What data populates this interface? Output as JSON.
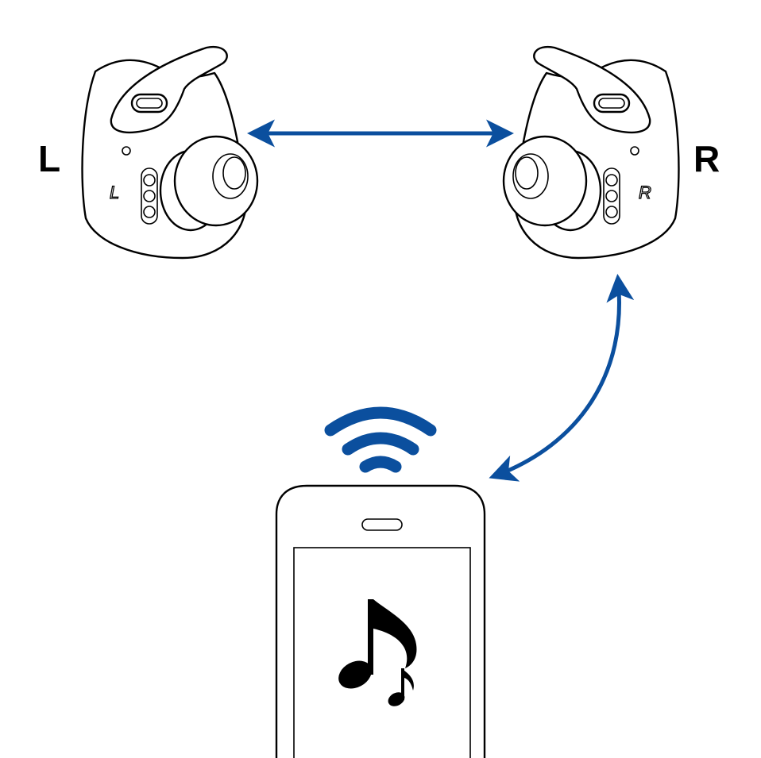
{
  "labels": {
    "left": "L",
    "right": "R",
    "left_earbud_mark": "L",
    "right_earbud_mark": "R"
  },
  "colors": {
    "accent": "#0b4f9e",
    "line": "#000000",
    "background": "#ffffff"
  },
  "icons": {
    "left_earbud": "left-earbud-icon",
    "right_earbud": "right-earbud-icon",
    "smartphone": "smartphone-icon",
    "wifi": "wireless-signal-icon",
    "music": "music-note-icon",
    "link_lr": "double-arrow-icon",
    "link_phone": "curved-double-arrow-icon"
  }
}
